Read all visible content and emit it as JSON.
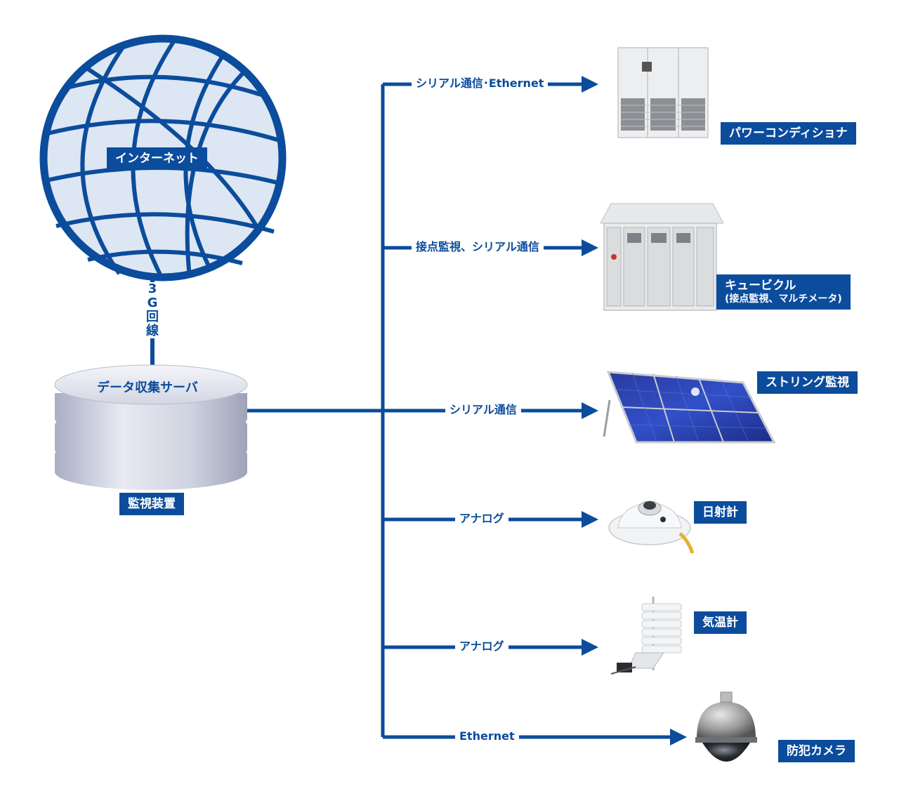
{
  "colors": {
    "primary": "#0b4c9c",
    "globe_fill": "#dde6f3",
    "server_fill": "#c7cbdb"
  },
  "internet": {
    "label": "インターネット"
  },
  "uplink": {
    "label_chars": [
      "3",
      "G",
      "回",
      "線"
    ]
  },
  "server": {
    "label": "データ収集サーバ",
    "caption": "監視装置"
  },
  "devices": [
    {
      "id": "pcs",
      "name": "パワーコンディショナ",
      "link_label": "シリアル通信･Ethernet",
      "icon": "power-conditioner-icon"
    },
    {
      "id": "cubicle",
      "name": "キュービクル",
      "sub": "(接点監視、マルチメータ)",
      "link_label": "接点監視、シリアル通信",
      "icon": "cubicle-icon"
    },
    {
      "id": "string",
      "name": "ストリング監視",
      "link_label": "シリアル通信",
      "icon": "solar-panel-icon"
    },
    {
      "id": "pyranometer",
      "name": "日射計",
      "link_label": "アナログ",
      "icon": "pyranometer-icon"
    },
    {
      "id": "thermometer",
      "name": "気温計",
      "link_label": "アナログ",
      "icon": "thermometer-icon"
    },
    {
      "id": "camera",
      "name": "防犯カメラ",
      "link_label": "Ethernet",
      "icon": "dome-camera-icon"
    }
  ]
}
